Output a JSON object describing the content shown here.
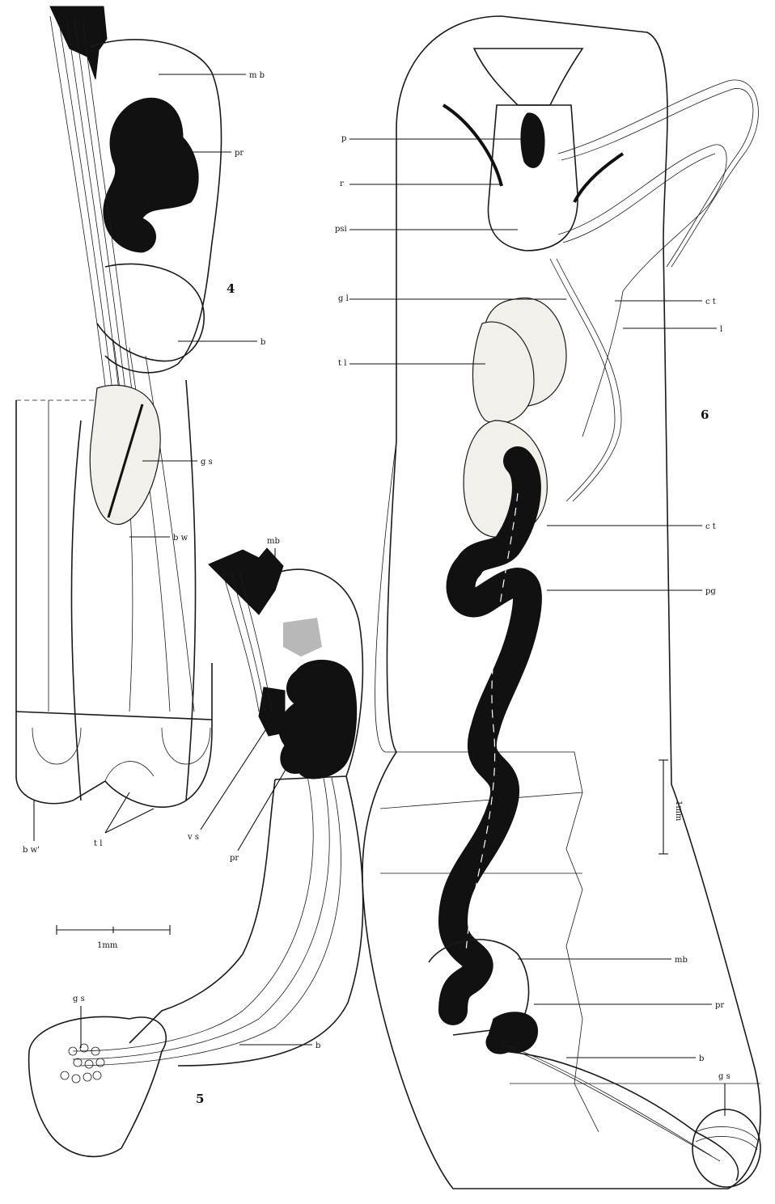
{
  "figures": [
    {
      "number": "4",
      "labels": [
        "m b",
        "pr",
        "b",
        "g s",
        "b w",
        "b w'",
        "t l"
      ]
    },
    {
      "number": "5",
      "labels": [
        "mb",
        "v s",
        "pr",
        "g s",
        "b"
      ],
      "scale_bar": "1mm"
    },
    {
      "number": "6",
      "labels": [
        "p",
        "r",
        "psi",
        "g l",
        "t l",
        "c t",
        "l",
        "c t",
        "pg",
        "mb",
        "pr",
        "b",
        "g s"
      ],
      "scale_bar": "1mm"
    }
  ]
}
